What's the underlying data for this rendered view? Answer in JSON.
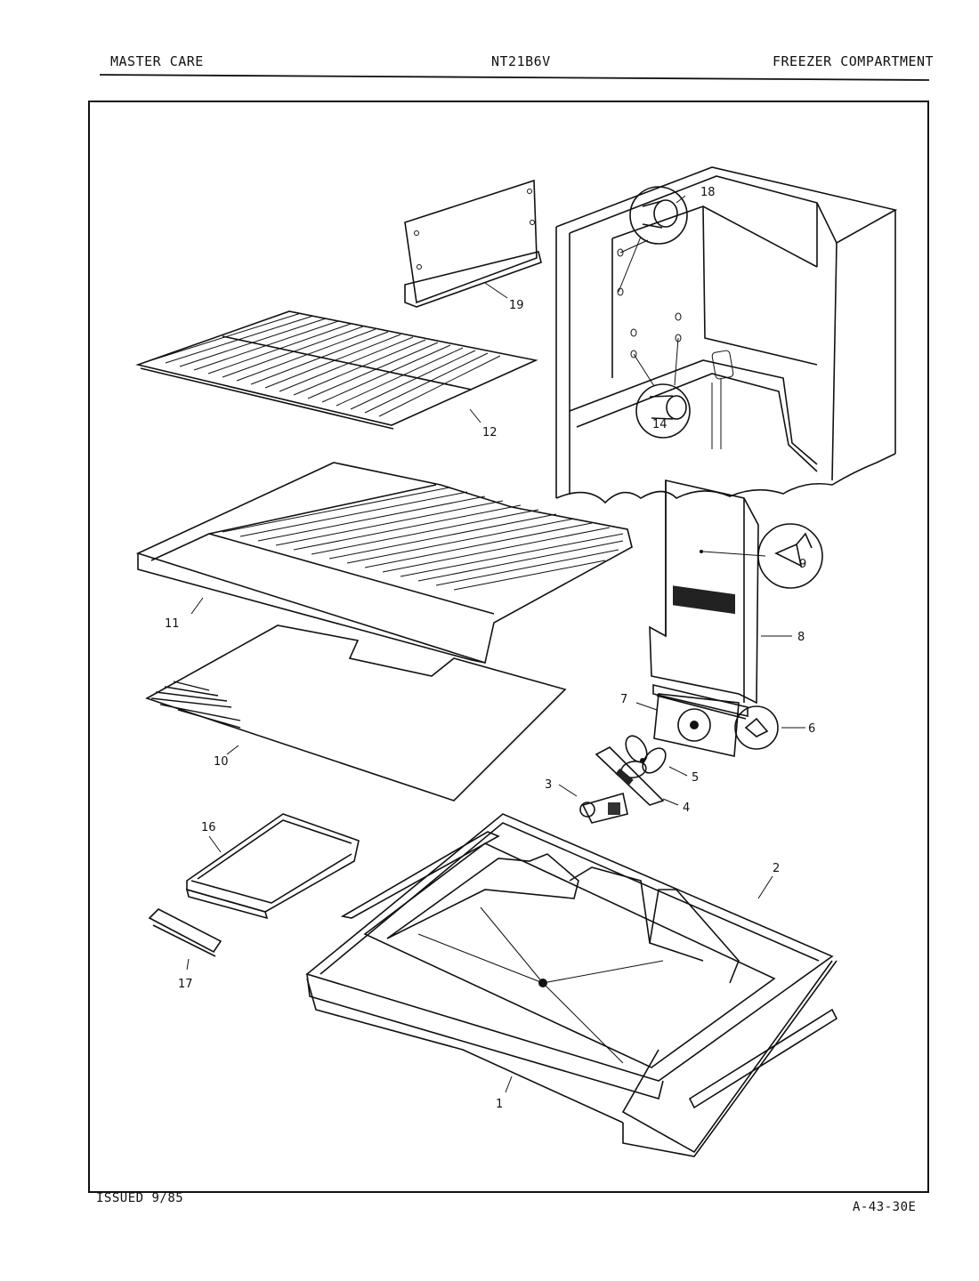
{
  "header": {
    "brand": "MASTER CARE",
    "model": "NT21B6V",
    "section": "FREEZER COMPARTMENT"
  },
  "footer": {
    "issued": "ISSUED 9/85",
    "doc_code": "A-43-30E"
  },
  "callouts": [
    {
      "id": "18",
      "label": "18"
    },
    {
      "id": "19",
      "label": "19"
    },
    {
      "id": "12",
      "label": "12"
    },
    {
      "id": "14",
      "label": "14"
    },
    {
      "id": "9",
      "label": "9"
    },
    {
      "id": "11",
      "label": "11"
    },
    {
      "id": "8",
      "label": "8"
    },
    {
      "id": "7",
      "label": "7"
    },
    {
      "id": "6",
      "label": "6"
    },
    {
      "id": "10",
      "label": "10"
    },
    {
      "id": "5",
      "label": "5"
    },
    {
      "id": "3",
      "label": "3"
    },
    {
      "id": "4",
      "label": "4"
    },
    {
      "id": "16",
      "label": "16"
    },
    {
      "id": "2",
      "label": "2"
    },
    {
      "id": "17",
      "label": "17"
    },
    {
      "id": "1",
      "label": "1"
    }
  ]
}
